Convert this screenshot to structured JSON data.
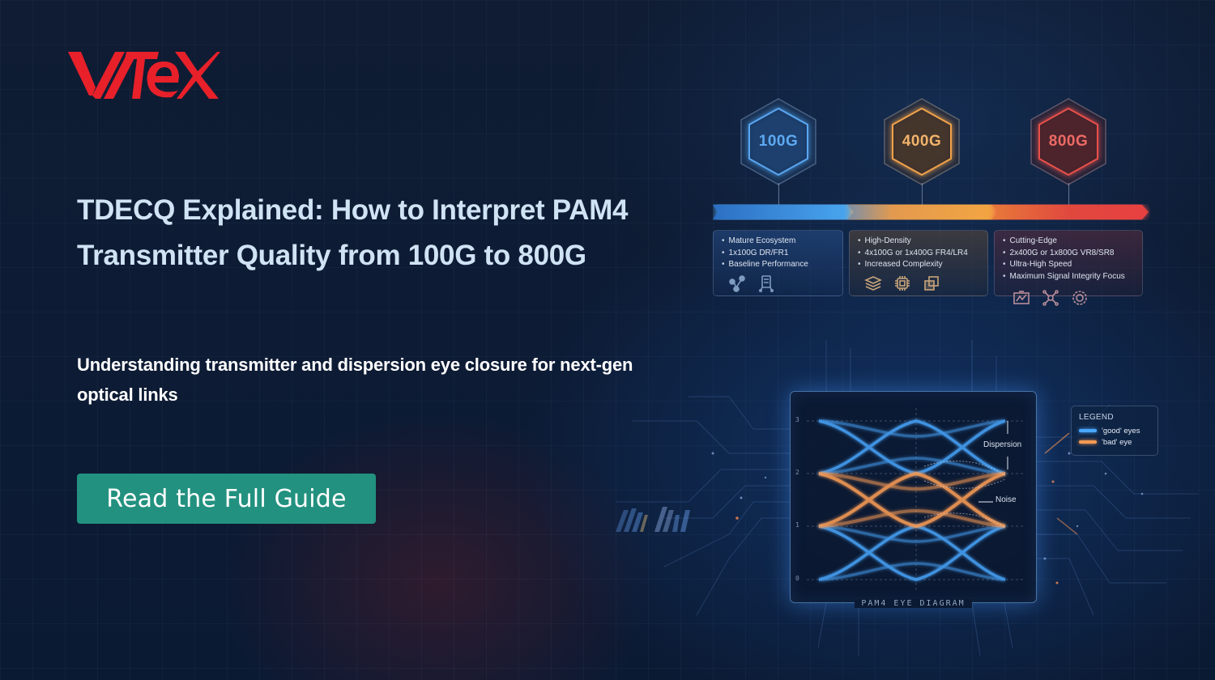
{
  "brand": {
    "logo_text": "VITEX",
    "logo_color": "#e8202a"
  },
  "hero": {
    "title": "TDECQ Explained: How to Interpret PAM4 Transmitter Quality from 100G to 800G",
    "subtitle": "Understanding transmitter and dispersion eye closure for next-gen optical links",
    "cta_label": "Read the Full Guide",
    "cta_color": "#23917f"
  },
  "timeline": {
    "stages": [
      {
        "label": "100G",
        "color": "#4da3f0",
        "bullets": [
          "Mature Ecosystem",
          "1x100G DR/FR1",
          "Baseline Performance"
        ],
        "icons": [
          "network-nodes-icon",
          "server-rack-icon"
        ]
      },
      {
        "label": "400G",
        "color": "#f0a24a",
        "bullets": [
          "High-Density",
          "4x100G or 1x400G FR4/LR4",
          "Increased Complexity"
        ],
        "icons": [
          "layers-stack-icon",
          "chip-icon",
          "copy-squares-icon"
        ]
      },
      {
        "label": "800G",
        "color": "#e8504a",
        "bullets": [
          "Cutting-Edge",
          "2x400G or 1x800G VR8/SR8",
          "Ultra-High Speed",
          "Maximum Signal Integrity Focus"
        ],
        "icons": [
          "monitor-chart-icon",
          "network-hub-icon",
          "gear-signal-icon"
        ]
      }
    ]
  },
  "eye_diagram": {
    "caption": "PAM4 EYE DIAGRAM",
    "y_ticks": [
      "3",
      "2",
      "1",
      "0"
    ],
    "annotations": {
      "dispersion": "Dispersion",
      "noise": "Noise"
    },
    "legend": {
      "title": "LEGEND",
      "items": [
        {
          "label": "'good' eyes",
          "color": "#4aa8ff"
        },
        {
          "label": "'bad' eye",
          "color": "#f59a55"
        }
      ]
    }
  }
}
